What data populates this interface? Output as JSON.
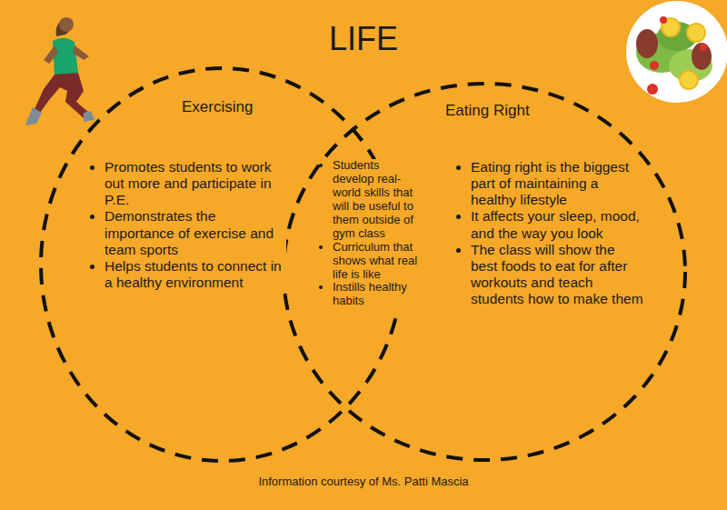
{
  "diagram": {
    "title": "LIFE",
    "caption": "Information courtesy of Ms. Patti Mascia",
    "nodes": [
      {
        "text": [
          "Exercising",
          "Promotes students to work out more and participate in P.E.",
          "Demonstrates the importance of exercise and team sports",
          "Helps students to connect in a healthy environment"
        ]
      },
      {
        "text": [
          "Eating Right",
          "Eating right is the biggest part of maintaining a healthy lifestyle",
          "It affects your sleep, mood, and the way you look",
          "The class will show the best foods to eat for after workouts and teach students how to make them"
        ]
      }
    ],
    "labels": [
      "Students develop real-world skills that will be useful to them outside of gym class",
      "Curriculum that shows what real life is like",
      "Instills healthy habits"
    ]
  }
}
